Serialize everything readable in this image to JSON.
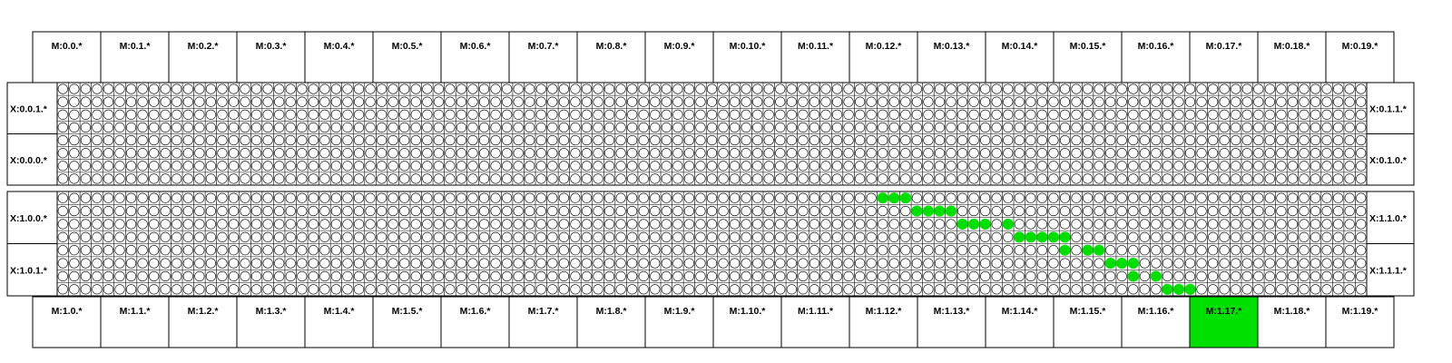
{
  "top_modules": [
    "M:0.0.*",
    "M:0.1.*",
    "M:0.2.*",
    "M:0.3.*",
    "M:0.4.*",
    "M:0.5.*",
    "M:0.6.*",
    "M:0.7.*",
    "M:0.8.*",
    "M:0.9.*",
    "M:0.10.*",
    "M:0.11.*",
    "M:0.12.*",
    "M:0.13.*",
    "M:0.14.*",
    "M:0.15.*",
    "M:0.16.*",
    "M:0.17.*",
    "M:0.18.*",
    "M:0.19.*"
  ],
  "bottom_modules": [
    "M:1.0.*",
    "M:1.1.*",
    "M:1.2.*",
    "M:1.3.*",
    "M:1.4.*",
    "M:1.5.*",
    "M:1.6.*",
    "M:1.7.*",
    "M:1.8.*",
    "M:1.9.*",
    "M:1.10.*",
    "M:1.11.*",
    "M:1.12.*",
    "M:1.13.*",
    "M:1.14.*",
    "M:1.15.*",
    "M:1.16.*",
    "M:1.17.*",
    "M:1.18.*",
    "M:1.19.*"
  ],
  "highlighted_module": "M:1.17.*",
  "left_labels": [
    "X:0.0.1.*",
    "X:0.0.0.*",
    "X:1.0.0.*",
    "X:1.0.1.*"
  ],
  "right_labels": [
    "X:0.1.1.*",
    "X:0.1.0.*",
    "X:1.1.0.*",
    "X:1.1.1.*"
  ],
  "grid": {
    "columns": 115,
    "rows_per_panel": 8,
    "panels": 2
  },
  "colors": {
    "active": "#00e000",
    "line": "#000000",
    "background": "#ffffff"
  },
  "active_cells": [
    {
      "panel": 1,
      "row": 0,
      "cols": [
        72,
        73,
        74
      ]
    },
    {
      "panel": 1,
      "row": 1,
      "cols": [
        75,
        76,
        77,
        78
      ]
    },
    {
      "panel": 1,
      "row": 2,
      "cols": [
        79,
        80,
        81,
        83
      ]
    },
    {
      "panel": 1,
      "row": 3,
      "cols": [
        84,
        85,
        86,
        87,
        88
      ]
    },
    {
      "panel": 1,
      "row": 4,
      "cols": [
        88,
        90,
        91
      ]
    },
    {
      "panel": 1,
      "row": 5,
      "cols": [
        92,
        93,
        94
      ]
    },
    {
      "panel": 1,
      "row": 6,
      "cols": [
        94,
        96
      ]
    },
    {
      "panel": 1,
      "row": 7,
      "cols": [
        97,
        98,
        99
      ]
    }
  ]
}
